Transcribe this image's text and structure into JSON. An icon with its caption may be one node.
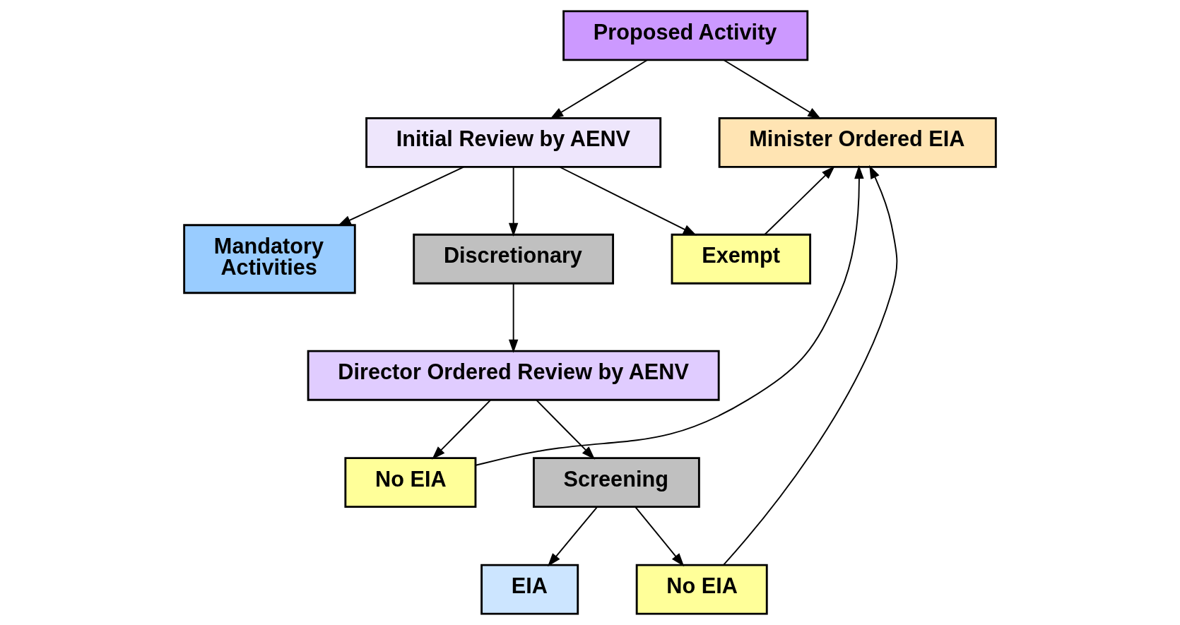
{
  "diagram": {
    "nodes": [
      {
        "text": [
          "Proposed Activity"
        ]
      },
      {
        "text": [
          "Initial Review by AENV"
        ]
      },
      {
        "text": [
          "Minister Ordered EIA"
        ]
      },
      {
        "text": [
          "Mandatory Activities"
        ]
      },
      {
        "text": [
          "Discretionary"
        ]
      },
      {
        "text": [
          "Exempt"
        ]
      },
      {
        "text": [
          "Director Ordered Review by AENV"
        ]
      },
      {
        "text": [
          "No EIA"
        ]
      },
      {
        "text": [
          "Screening"
        ]
      },
      {
        "text": [
          "EIA"
        ]
      },
      {
        "text": [
          "No EIA"
        ]
      }
    ],
    "edges": [
      {
        "from": 0,
        "to": 1,
        "arrow": "to"
      },
      {
        "from": 0,
        "to": 2,
        "arrow": "to"
      },
      {
        "from": 1,
        "to": 3,
        "arrow": "to"
      },
      {
        "from": 1,
        "to": 4,
        "arrow": "to"
      },
      {
        "from": 1,
        "to": 5,
        "arrow": "to"
      },
      {
        "from": 5,
        "to": 2,
        "arrow": "to"
      },
      {
        "from": 4,
        "to": 6,
        "arrow": "to"
      },
      {
        "from": 6,
        "to": 7,
        "arrow": "to"
      },
      {
        "from": 6,
        "to": 8,
        "arrow": "to"
      },
      {
        "from": 8,
        "to": 9,
        "arrow": "to"
      },
      {
        "from": 8,
        "to": 10,
        "arrow": "to"
      },
      {
        "from": 10,
        "to": 2,
        "arrow": "to"
      },
      {
        "from": 7,
        "to": 2,
        "arrow": "to"
      }
    ]
  }
}
